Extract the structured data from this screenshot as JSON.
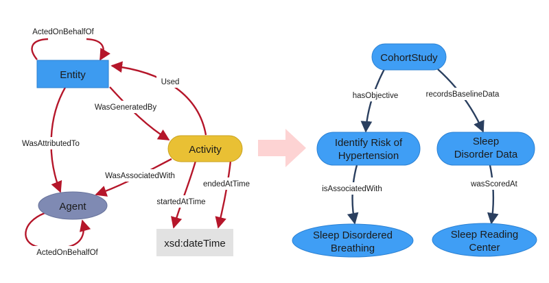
{
  "left_nodes": {
    "entity": "Entity",
    "activity": "Activity",
    "agent": "Agent",
    "datetime": "xsd:dateTime"
  },
  "left_edges": {
    "acted_on_behalf_of_top": "ActedOnBehalfOf",
    "used": "Used",
    "was_generated_by": "WasGeneratedBy",
    "was_attributed_to": "WasAttributedTo",
    "was_associated_with": "WasAssociatedWith",
    "ended_at_time": "endedAtTime",
    "started_at_time": "startedAtTime",
    "acted_on_behalf_of_bottom": "ActedOnBehalfOf"
  },
  "right_nodes": {
    "cohort_study": "CohortStudy",
    "identify_risk_line1": "Identify Risk of",
    "identify_risk_line2": "Hypertension",
    "sleep_disorder_line1": "Sleep",
    "sleep_disorder_line2": "Disorder Data",
    "sleep_breathing_line1": "Sleep Disordered",
    "sleep_breathing_line2": "Breathing",
    "sleep_center_line1": "Sleep Reading",
    "sleep_center_line2": "Center"
  },
  "right_edges": {
    "has_objective": "hasObjective",
    "records_baseline_data": "recordsBaselineData",
    "is_associated_with": "isAssociatedWith",
    "was_scored_at": "wasScoredAt"
  },
  "colors": {
    "entity_fill": "#3d9bf0",
    "activity_fill": "#e9c034",
    "agent_fill": "#7f8ab3",
    "datetime_fill": "#e2e2e2",
    "right_node_fill": "#3f9ef5",
    "left_edge": "#b5162a",
    "right_edge": "#2a3f5f",
    "transition_arrow": "#fdd3d3"
  }
}
